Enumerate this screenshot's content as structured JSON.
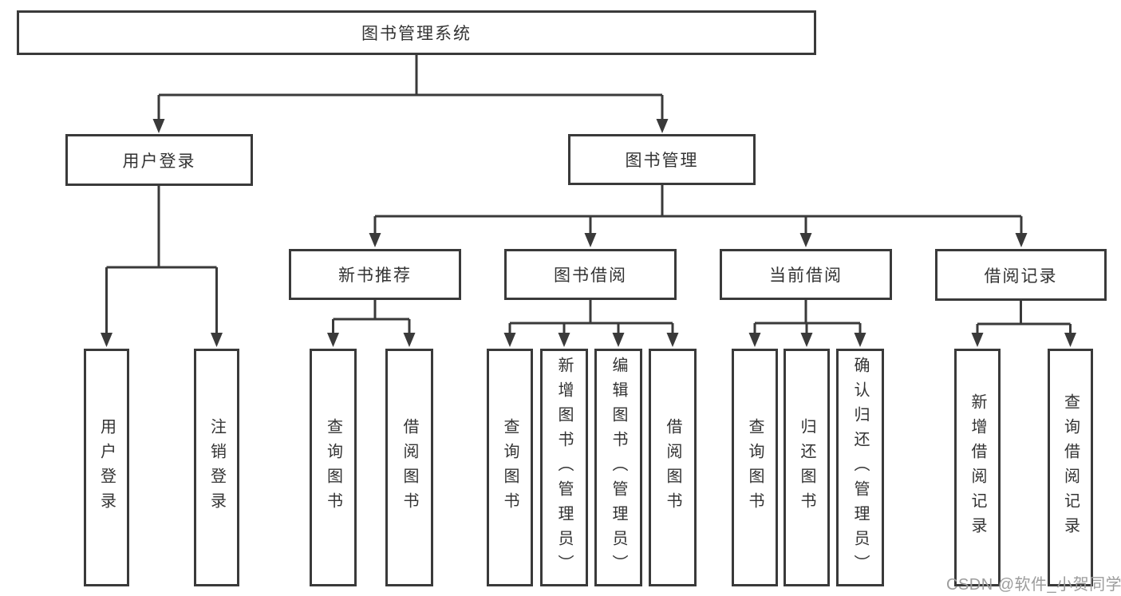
{
  "tree": {
    "root": "图书管理系统",
    "level2": [
      {
        "label": "用户登录",
        "children": [
          "用户登录",
          "注销登录"
        ]
      },
      {
        "label": "图书管理",
        "sections": [
          {
            "label": "新书推荐",
            "children": [
              "查询图书",
              "借阅图书"
            ]
          },
          {
            "label": "图书借阅",
            "children": [
              "查询图书",
              "新增图书（管理员）",
              "编辑图书（管理员）",
              "借阅图书"
            ]
          },
          {
            "label": "当前借阅",
            "children": [
              "查询图书",
              "归还图书",
              "确认归还（管理员）"
            ]
          },
          {
            "label": "借阅记录",
            "children": [
              "新增借阅记录",
              "查询借阅记录"
            ]
          }
        ]
      }
    ]
  },
  "watermark": "CSDN @软件_小贺同学",
  "colors": {
    "line": "#3a3a3a",
    "text": "#333333",
    "watermark": "#9c9c9c",
    "background": "#ffffff"
  }
}
